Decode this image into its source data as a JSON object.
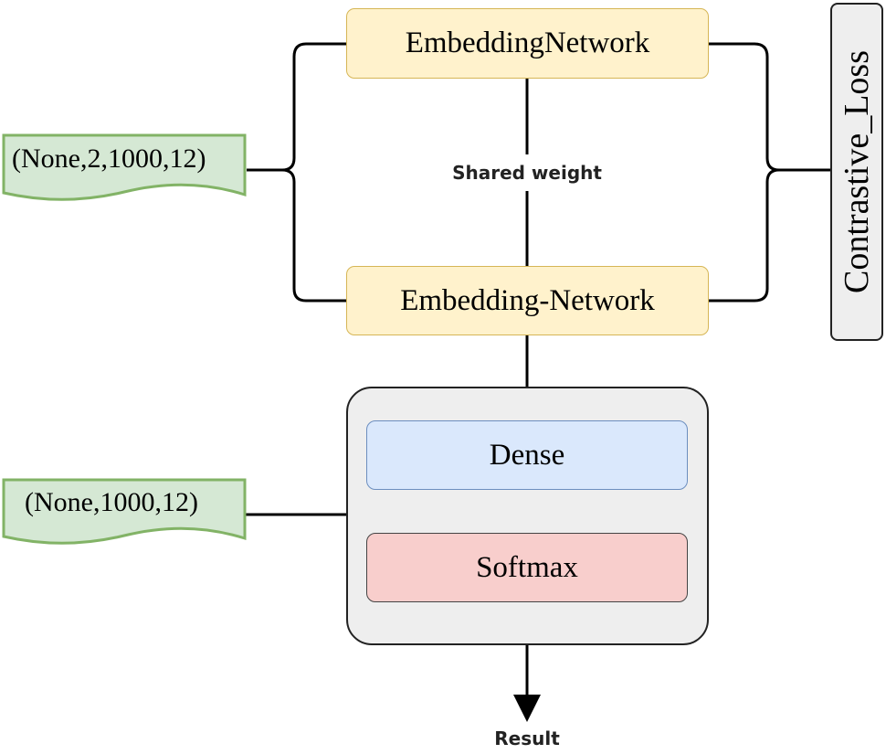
{
  "input_pair": {
    "label": "(None,2,1000,12)"
  },
  "input_single": {
    "label": "(None,1000,12)"
  },
  "embedding_top": {
    "label": "EmbeddingNetwork"
  },
  "embedding_bottom": {
    "label": "Embedding-Network"
  },
  "shared_weight": {
    "label": "Shared weight"
  },
  "loss": {
    "label": "Contrastive_Loss"
  },
  "classifier": {
    "dense": {
      "label": "Dense"
    },
    "softmax": {
      "label": "Softmax"
    }
  },
  "output": {
    "label": "Result"
  },
  "colors": {
    "embedding_fill": "#fff2cc",
    "embedding_border": "#d6b656",
    "input_fill": "#d5e8d4",
    "input_border": "#82b366",
    "dense_fill": "#dae8fc",
    "dense_border": "#6c8ebf",
    "softmax_fill": "#f8cecc",
    "softmax_border": "#444444",
    "container_fill": "#eeeeee",
    "loss_fill": "#eeeeee",
    "wire": "#000000"
  }
}
